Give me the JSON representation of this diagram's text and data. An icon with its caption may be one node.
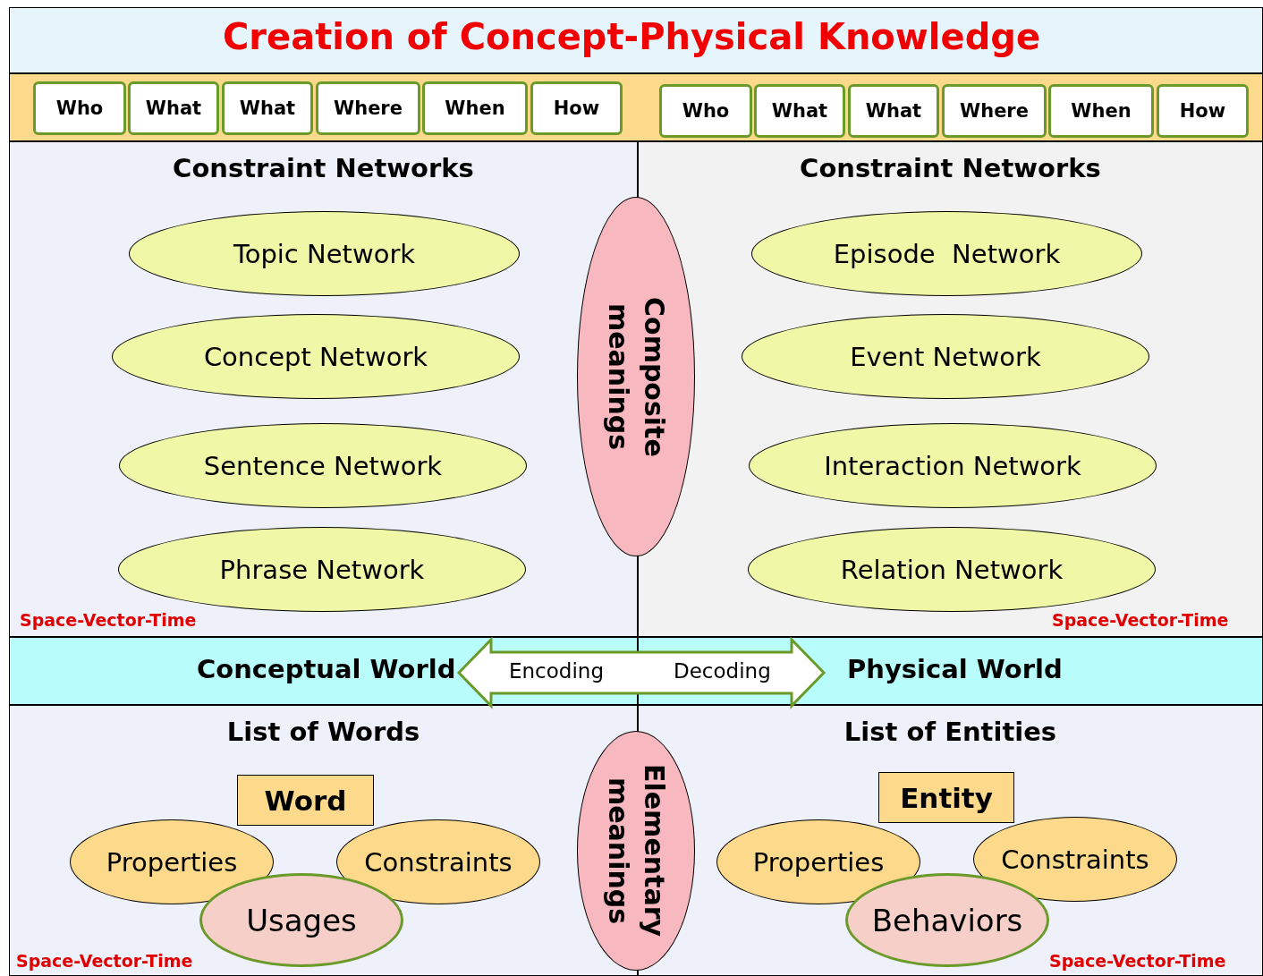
{
  "diagram": {
    "title": "Creation of Concept-Physical Knowledge",
    "nodes": [
      {
        "text": [
          "Constraint Networks"
        ]
      },
      {
        "text": [
          "Topic Network"
        ],
        "in": 0
      },
      {
        "text": [
          "Concept Network"
        ],
        "in": 0
      },
      {
        "text": [
          "Sentence Network"
        ],
        "in": 0
      },
      {
        "text": [
          "Phrase Network"
        ],
        "in": 0
      },
      {
        "text": [
          "Constraint Networks"
        ]
      },
      {
        "text": [
          "Episode  Network"
        ],
        "in": 5
      },
      {
        "text": [
          "Event Network"
        ],
        "in": 5
      },
      {
        "text": [
          "Interaction Network"
        ],
        "in": 5
      },
      {
        "text": [
          "Relation Network"
        ],
        "in": 5
      },
      {
        "text": [
          "Composite meanings"
        ]
      },
      {
        "text": [
          "Who"
        ]
      },
      {
        "text": [
          "What"
        ]
      },
      {
        "text": [
          "What"
        ]
      },
      {
        "text": [
          "Where"
        ]
      },
      {
        "text": [
          "When"
        ]
      },
      {
        "text": [
          "How"
        ]
      },
      {
        "text": [
          "Who"
        ]
      },
      {
        "text": [
          "What"
        ]
      },
      {
        "text": [
          "What"
        ]
      },
      {
        "text": [
          "Where"
        ]
      },
      {
        "text": [
          "When"
        ]
      },
      {
        "text": [
          "How"
        ]
      },
      {
        "text": [
          "Conceptual World"
        ]
      },
      {
        "text": [
          "List of Words"
        ]
      },
      {
        "text": [
          "Word"
        ],
        "in": 24
      },
      {
        "text": [
          "Properties"
        ],
        "in": 24
      },
      {
        "text": [
          "Constraints"
        ],
        "in": 24
      },
      {
        "text": [
          "Usages"
        ],
        "in": 24
      },
      {
        "text": [
          "List of Entities"
        ]
      },
      {
        "text": [
          "Entity"
        ],
        "in": 29
      },
      {
        "text": [
          "Properties"
        ],
        "in": 29
      },
      {
        "text": [
          "Constraints"
        ],
        "in": 29
      },
      {
        "text": [
          "Behaviors"
        ],
        "in": 29
      },
      {
        "text": [
          "Elementary meanings"
        ]
      },
      {
        "text": [
          "Physical World"
        ]
      }
    ],
    "edges": [
      {
        "from": 23,
        "to": 35,
        "arrow": "both",
        "label": "Encoding"
      }
    ],
    "labels": [
      "Space-Vector-Time",
      "Space-Vector-Time",
      "Decoding",
      "Space-Vector-Time",
      "Space-Vector-Time"
    ]
  }
}
